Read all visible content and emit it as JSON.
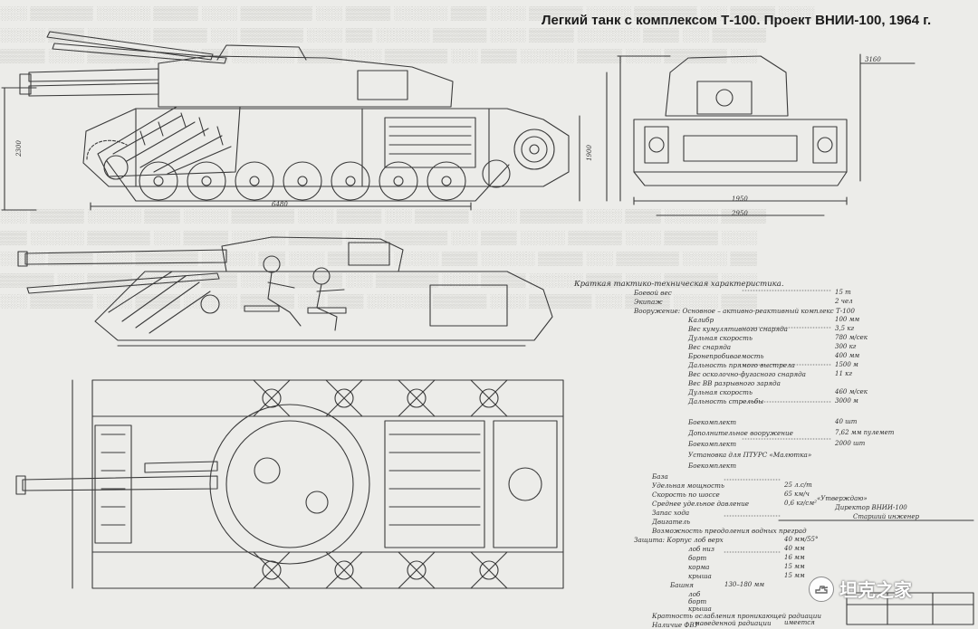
{
  "title": "Легкий танк с комплексом Т-100. Проект ВНИИ-100, 1964 г.",
  "performance_title": "Краткая тактико-техническая характеристика.",
  "specs_top": [
    {
      "label": "Боевой вес",
      "value": "15 т"
    },
    {
      "label": "Экипаж",
      "value": "2 чел"
    },
    {
      "label": "Вооружение: Основное – активно-реактивный комплекс Т-100",
      "value": ""
    },
    {
      "label": "Калибр",
      "value": "100 мм"
    },
    {
      "label": "Вес кумулятивного снаряда",
      "value": "3,5 кг"
    },
    {
      "label": "Дульная скорость",
      "value": "780 м/сек"
    },
    {
      "label": "Вес снаряда",
      "value": "300 кг"
    },
    {
      "label": "Бронепробиваемость",
      "value": "400 мм"
    },
    {
      "label": "Дальность прямого выстрела",
      "value": "1500 м"
    },
    {
      "label": "Вес осколочно-фугасного снаряда",
      "value": "11 кг"
    },
    {
      "label": "Вес ВВ разрывного заряда",
      "value": ""
    },
    {
      "label": "Дульная скорость",
      "value": "460 м/сек"
    },
    {
      "label": "Дальность стрельбы",
      "value": "3000 м"
    },
    {
      "label": "Боекомплект",
      "value": "40 шт"
    },
    {
      "label": "Дополнительное вооружение",
      "value": "7,62 мм пулемет"
    },
    {
      "label": "Боекомплект",
      "value": "2000 шт"
    },
    {
      "label": "Установка для ПТУРС «Малютка»",
      "value": ""
    },
    {
      "label": "Боекомплект",
      "value": ""
    }
  ],
  "specs_bottom": [
    {
      "label": "База",
      "value": ""
    },
    {
      "label": "Удельная мощность",
      "value": "25 л.с/т"
    },
    {
      "label": "Скорость по шоссе",
      "value": "65 км/ч"
    },
    {
      "label": "Среднее удельное давление",
      "value": "0,6 кг/см²"
    },
    {
      "label": "Запас хода",
      "value": ""
    },
    {
      "label": "Двигатель",
      "value": ""
    },
    {
      "label": "Возможность преодоления водных преград",
      "value": ""
    },
    {
      "label": "Защита: Корпус лоб верх",
      "value": "40 мм/55°"
    },
    {
      "label": "лоб низ",
      "value": "40 мм"
    },
    {
      "label": "борт",
      "value": "16 мм"
    },
    {
      "label": "корма",
      "value": "15 мм"
    },
    {
      "label": "крыша",
      "value": "15 мм"
    },
    {
      "label": "Башня",
      "value": "130–180 мм"
    },
    {
      "label": "лоб",
      "value": ""
    },
    {
      "label": "борт",
      "value": ""
    },
    {
      "label": "крыша",
      "value": ""
    },
    {
      "label": "Кратность ослабления проникающей радиации",
      "value": ""
    },
    {
      "label": "наведенной радиации",
      "value": ""
    },
    {
      "label": "Наличие ФВУ",
      "value": "имеется"
    }
  ],
  "dimensions": [
    "2300",
    "6480",
    "1900",
    "1950",
    "2950",
    "3160"
  ],
  "stamp": {
    "line1": "«Утверждаю»",
    "line2": "Директор ВНИИ-100",
    "line3": "Старший инженер"
  },
  "watermark": {
    "text": "坦克之家"
  },
  "colors": {
    "ink": "#3a3a3a",
    "paper": "#ecece9",
    "title": "#1b1b1b"
  }
}
